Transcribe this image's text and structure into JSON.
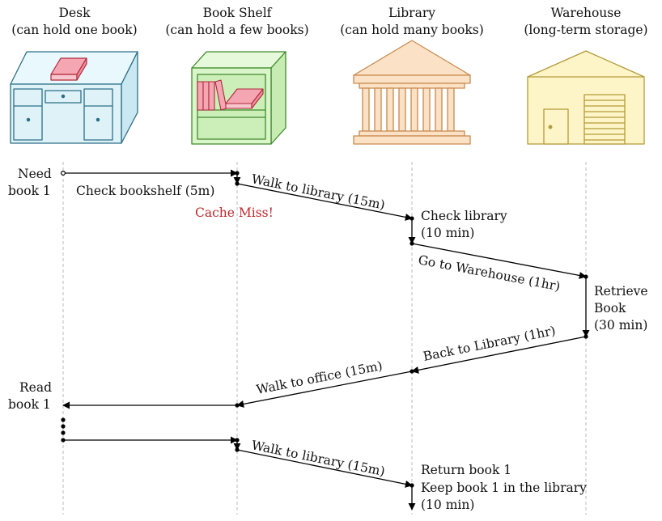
{
  "columns": [
    {
      "title": "Desk",
      "subtitle": "(can hold one book)"
    },
    {
      "title": "Book Shelf",
      "subtitle": "(can hold a few books)"
    },
    {
      "title": "Library",
      "subtitle": "(can hold many books)"
    },
    {
      "title": "Warehouse",
      "subtitle": "(long-term storage)"
    }
  ],
  "labels": {
    "need_1": "Need",
    "need_2": "book 1",
    "check_bookshelf": "Check bookshelf (5m)",
    "cache_miss": "Cache Miss!",
    "walk_to_library_1": "Walk to library (15m)",
    "check_library_1": "Check library",
    "check_library_2": "(10 min)",
    "go_to_warehouse": "Go to Warehouse (1hr)",
    "retrieve_1": "Retrieve",
    "retrieve_2": "Book",
    "retrieve_3": "(30 min)",
    "back_to_library": "Back to Library (1hr)",
    "walk_to_office": "Walk to office (15m)",
    "read_1": "Read",
    "read_2": "book 1",
    "walk_to_library_2": "Walk to library (15m)",
    "return_1": "Return book 1",
    "return_2": "Keep book 1 in the library",
    "return_3": "(10 min)"
  },
  "colors": {
    "desk_fill": "#dff2f8",
    "desk_stroke": "#2c6f86",
    "shelf_fill": "#d9f5c9",
    "shelf_stroke": "#3f8a2c",
    "library_fill": "#fbe1c6",
    "library_stroke": "#c98a4e",
    "warehouse_fill": "#fdf5c7",
    "warehouse_stroke": "#b59a3a",
    "book_fill": "#f4a7b2",
    "book_stroke": "#b0283c",
    "lifeline": "#bbbbbb",
    "miss": "#c0282b"
  },
  "icons": [
    "desk-icon",
    "bookshelf-icon",
    "library-icon",
    "warehouse-icon"
  ]
}
